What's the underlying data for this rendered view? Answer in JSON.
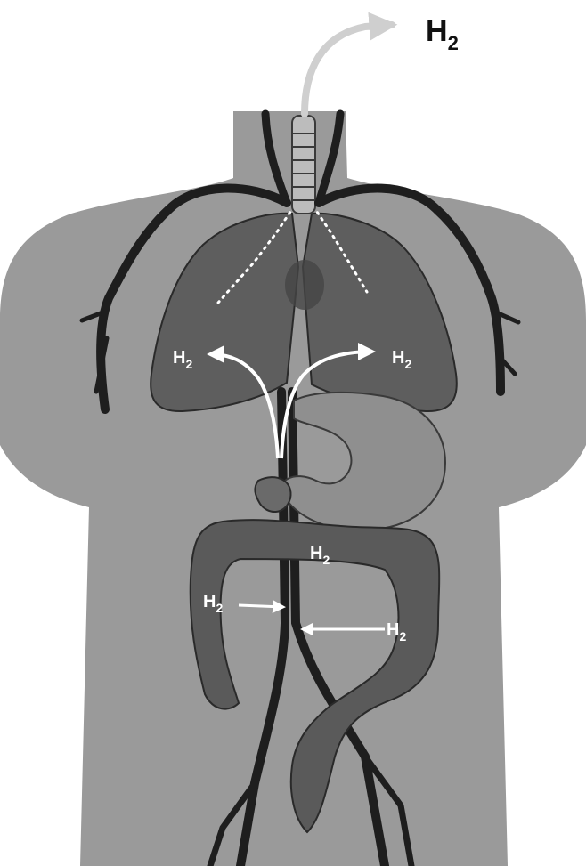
{
  "colors": {
    "background": "#ffffff",
    "body": "#9a9a9a",
    "lungs": "#5e5e5e",
    "lung_shadow": "#454545",
    "vessels": "#1e1e1e",
    "stomach": "#8f8f8f",
    "intestine": "#5a5a5a",
    "arrow": "#ffffff",
    "arrow_outline": "#cfcfcf",
    "label_dark": "#111111"
  },
  "diagram": {
    "subject": "hydrogen-transport-in-body",
    "labels": {
      "exhale": {
        "text": "H",
        "sub": "2"
      },
      "lung_left": {
        "text": "H",
        "sub": "2"
      },
      "lung_right": {
        "text": "H",
        "sub": "2"
      },
      "colon_center": {
        "text": "H",
        "sub": "2"
      },
      "colon_left": {
        "text": "H",
        "sub": "2"
      },
      "colon_right": {
        "text": "H",
        "sub": "2"
      }
    }
  }
}
